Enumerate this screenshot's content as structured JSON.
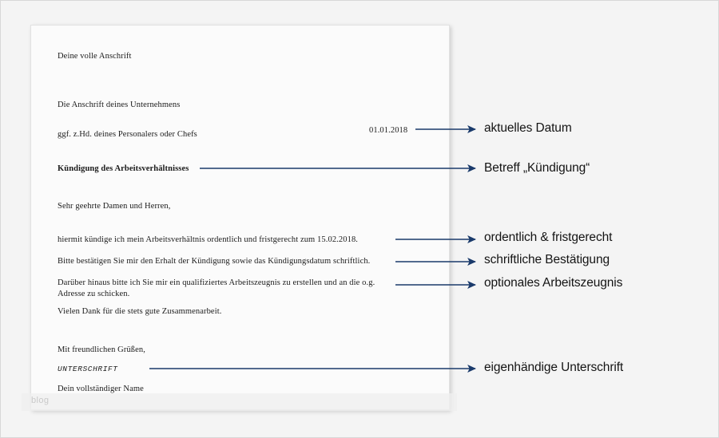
{
  "canvas": {
    "background_color": "#f4f4f4",
    "border_color": "#d8d8d8",
    "accent_color": "#1a3a6b"
  },
  "letter": {
    "sender_address": "Deine volle Anschrift",
    "recipient_company": "Die Anschrift deines Unternehmens",
    "recipient_attn": "ggf. z.Hd. deines Personalers oder Chefs",
    "date": "01.01.2018",
    "subject": "Kündigung des Arbeitsverhältnisses",
    "salutation": "Sehr geehrte Damen und Herren,",
    "paragraph_notice": "hiermit kündige ich mein Arbeitsverhältnis ordentlich und fristgerecht zum 15.02.2018.",
    "paragraph_confirm": "Bitte bestätigen Sie mir den Erhalt der Kündigung sowie das Kündigungsdatum schriftlich.",
    "paragraph_reference": "Darüber hinaus bitte ich Sie mir ein qualifiziertes Arbeitszeugnis zu erstellen und an die o.g. Adresse zu schicken.",
    "paragraph_thanks": "Vielen Dank für die stets gute Zusammenarbeit.",
    "closing": "Mit freundlichen Grüßen,",
    "signature_placeholder": "UNTERSCHRIFT",
    "full_name": "Dein vollständiger Name"
  },
  "watermark": {
    "label": "blog"
  },
  "annotations": [
    {
      "id": "date",
      "label": "aktuelles Datum"
    },
    {
      "id": "subject",
      "label": "Betreff „Kündigung“"
    },
    {
      "id": "notice",
      "label": "ordentlich & fristgerecht"
    },
    {
      "id": "confirm",
      "label": "schriftliche Bestätigung"
    },
    {
      "id": "reference",
      "label": "optionales Arbeitszeugnis"
    },
    {
      "id": "signature",
      "label": "eigenhändige Unterschrift"
    }
  ]
}
